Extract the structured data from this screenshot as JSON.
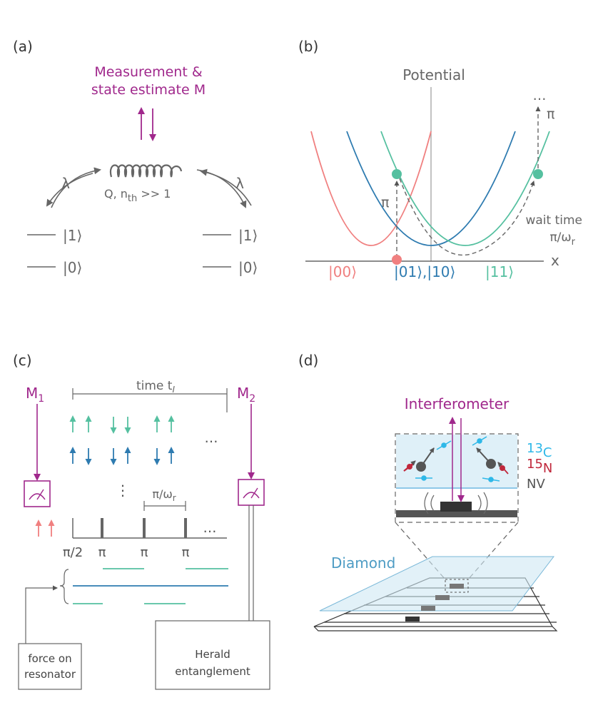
{
  "colors": {
    "gray": "#666666",
    "purple": "#a0288c",
    "pink": "#f08080",
    "blue": "#2e7bb0",
    "green": "#55c0a0",
    "teal_dark": "#1e8a7a",
    "cyan": "#2eb8e8",
    "red": "#c0283c",
    "pale_blue": "#dff0f8",
    "dark": "#333333"
  },
  "panel_a": {
    "label": "(a)",
    "measurement_line1": "Measurement &",
    "measurement_line2": "state estimate M",
    "lambda_left": "λ",
    "lambda_right": "λ",
    "resonator_text": "Q, n",
    "resonator_sub": "th",
    "resonator_tail": " >> 1",
    "ket1_left": "|1⟩",
    "ket0_left": "|0⟩",
    "ket1_right": "|1⟩",
    "ket0_right": "|0⟩"
  },
  "panel_b": {
    "label": "(b)",
    "potential": "Potential",
    "x_axis": "x",
    "pi_left": "π",
    "pi_right": "π",
    "dots": "…",
    "wait_line1": "wait time",
    "wait_line2": "π/ω",
    "wait_sub": "r",
    "ket00": "|00⟩",
    "ket01_10": "|01⟩,|10⟩",
    "ket11": "|11⟩"
  },
  "panel_c": {
    "label": "(c)",
    "m1": "M",
    "m1_sub": "1",
    "m2": "M",
    "m2_sub": "2",
    "time": "time t",
    "time_sub": "I",
    "dots_top": "…",
    "dots_vertical": "⋮",
    "pulse_spacing": "π/ω",
    "pulse_spacing_sub": "r",
    "pulse_dots": "…",
    "pulse_labels": [
      "π/2",
      "π",
      "π",
      "π"
    ],
    "force_line1": "force on",
    "force_line2": "resonator",
    "herald_line1": "Herald",
    "herald_line2": "entanglement"
  },
  "panel_d": {
    "label": "(d)",
    "interferometer": "Interferometer",
    "c13_mass": "13",
    "c13_elem": "C",
    "n15_mass": "15",
    "n15_elem": "N",
    "nv": "NV",
    "diamond": "Diamond"
  }
}
